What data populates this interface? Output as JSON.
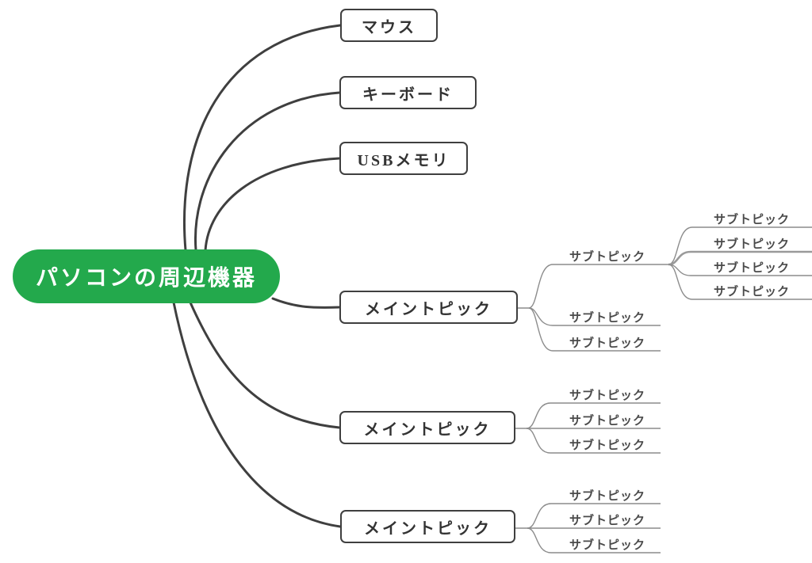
{
  "central_topic": {
    "label": "パソコンの周辺機器"
  },
  "level1": [
    {
      "label": "マウス"
    },
    {
      "label": "キーボード"
    },
    {
      "label": "USBメモリ"
    },
    {
      "label": "メイントピック",
      "children": [
        {
          "label": "サブトピック",
          "children": [
            {
              "label": "サブトピック"
            },
            {
              "label": "サブトピック"
            },
            {
              "label": "サブトピック"
            },
            {
              "label": "サブトピック"
            }
          ]
        },
        {
          "label": "サブトピック"
        },
        {
          "label": "サブトピック"
        }
      ]
    },
    {
      "label": "メイントピック",
      "children": [
        {
          "label": "サブトピック"
        },
        {
          "label": "サブトピック"
        },
        {
          "label": "サブトピック"
        }
      ]
    },
    {
      "label": "メイントピック",
      "children": [
        {
          "label": "サブトピック"
        },
        {
          "label": "サブトピック"
        },
        {
          "label": "サブトピック"
        }
      ]
    }
  ],
  "colors": {
    "canvas_bg": "#ffffff",
    "central_bg": "#23a94c",
    "central_text": "#ffffff",
    "box_bg": "#ffffff",
    "box_border": "#3f3f3f",
    "box_text": "#333333",
    "branch_line": "#3f3f3f",
    "sub_line": "#8c8c8c",
    "sub_line_thick": "#9a9a9a",
    "sub_text": "#4a4a4a"
  }
}
